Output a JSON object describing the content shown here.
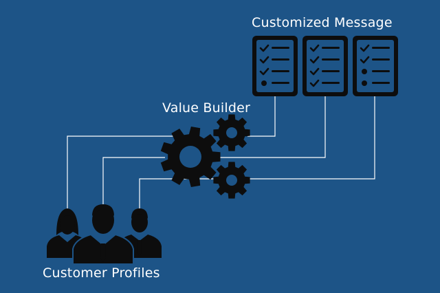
{
  "labels": {
    "customized_message": "Customized Message",
    "value_builder": "Value Builder",
    "customer_profiles": "Customer Profiles"
  },
  "colors": {
    "background": "#1d5487",
    "icon": "#0d0d0d",
    "line": "#ffffff",
    "text": "#ffffff"
  },
  "documents": [
    {
      "items": [
        "check",
        "check",
        "check",
        "dot"
      ]
    },
    {
      "items": [
        "check",
        "check",
        "check",
        "check"
      ]
    },
    {
      "items": [
        "check",
        "check",
        "dot",
        "dot"
      ]
    }
  ],
  "icons": {
    "document": "checklist-document-icon",
    "gear": "gear-icon",
    "person": "person-icon"
  }
}
